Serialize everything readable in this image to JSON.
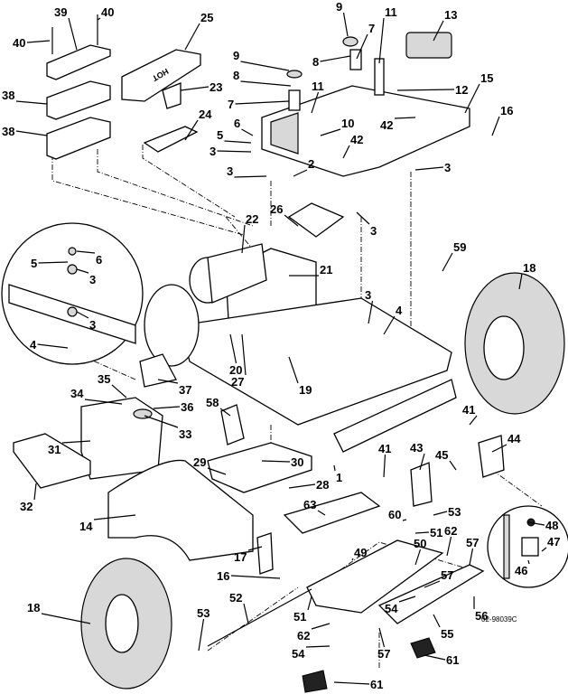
{
  "diagram": {
    "drawing_code": "02-98039C",
    "decal_text": "HOT",
    "callouts": [
      "40",
      "39",
      "40",
      "25",
      "23",
      "38",
      "24",
      "38",
      "9",
      "8",
      "7",
      "6",
      "5",
      "3",
      "3",
      "9",
      "8",
      "7",
      "11",
      "13",
      "11",
      "12",
      "15",
      "10",
      "42",
      "42",
      "2",
      "16",
      "3",
      "3",
      "26",
      "22",
      "5",
      "6",
      "3",
      "21",
      "59",
      "18",
      "3",
      "4",
      "3",
      "4",
      "20",
      "27",
      "19",
      "37",
      "35",
      "34",
      "36",
      "33",
      "58",
      "31",
      "41",
      "44",
      "43",
      "45",
      "41",
      "30",
      "29",
      "28",
      "1",
      "32",
      "63",
      "60",
      "53",
      "51",
      "62",
      "14",
      "48",
      "47",
      "57",
      "17",
      "50",
      "49",
      "46",
      "16",
      "57",
      "54",
      "55",
      "56",
      "52",
      "18",
      "53",
      "51",
      "62",
      "57",
      "54",
      "61",
      "61"
    ]
  }
}
